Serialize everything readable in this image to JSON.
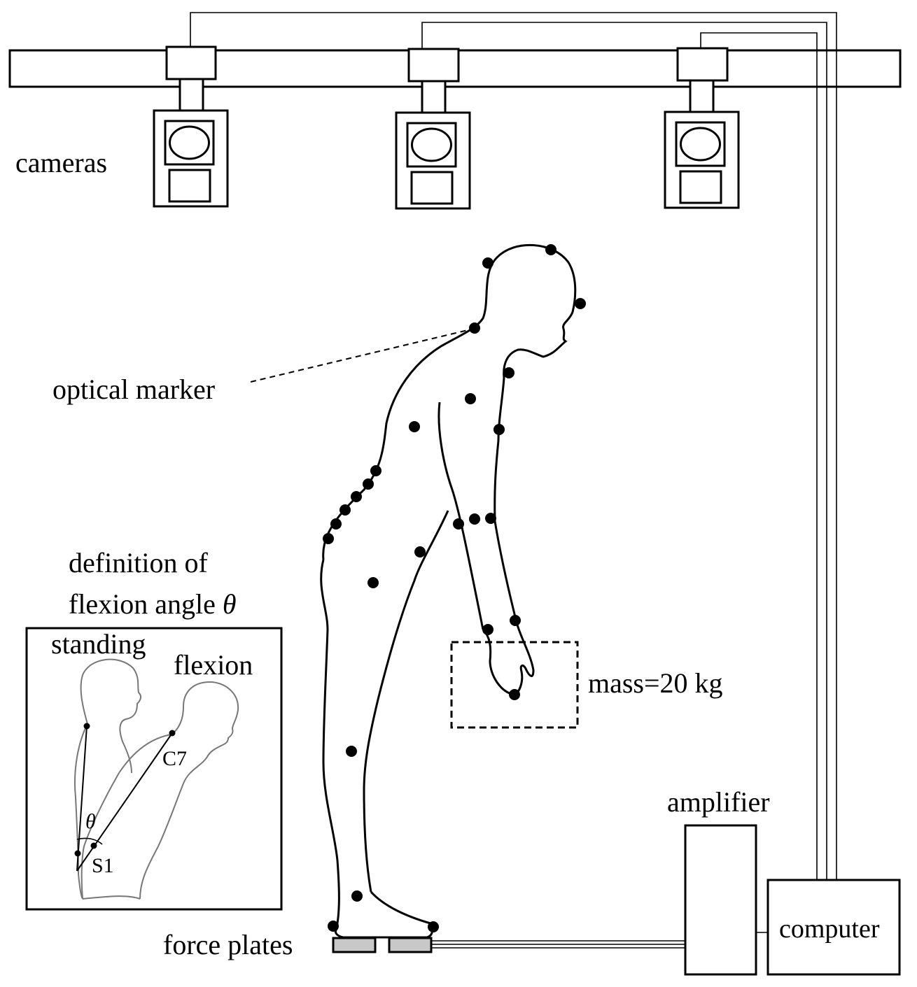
{
  "labels": {
    "cameras": "cameras",
    "optical_marker": "optical marker",
    "definition_line1": "definition of",
    "definition_line2_prefix": "flexion angle ",
    "theta": "θ",
    "standing": "standing",
    "flexion": "flexion",
    "c7": "C7",
    "s1": "S1",
    "mass": "mass=20 kg",
    "amplifier": "amplifier",
    "computer": "computer",
    "force_plates": "force plates"
  },
  "colors": {
    "line": "#000000",
    "inset_silhouette": "#777777",
    "force_plate_fill": "#c8c8c8",
    "background": "#ffffff"
  }
}
